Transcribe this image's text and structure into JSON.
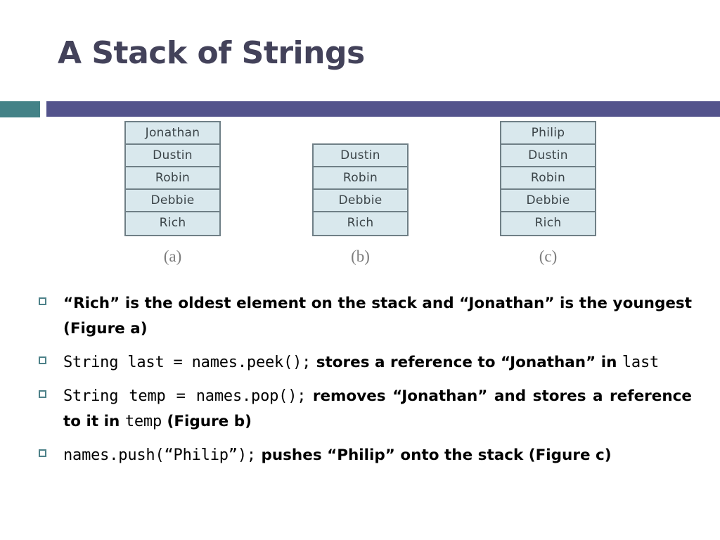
{
  "slide": {
    "title": "A Stack of Strings",
    "colors": {
      "title": "#43425a",
      "accent_block": "#448287",
      "accent_bar": "#53538c",
      "cell_fill": "#d9e8ed",
      "cell_border": "#6f7f86",
      "bullet_marker": "#4d8189",
      "figure_label": "#7d7d7d"
    }
  },
  "figure": {
    "stacks": [
      {
        "label": "(a)",
        "items": [
          "Jonathan",
          "Dustin",
          "Robin",
          "Debbie",
          "Rich"
        ]
      },
      {
        "label": "(b)",
        "items": [
          "Dustin",
          "Robin",
          "Debbie",
          "Rich"
        ]
      },
      {
        "label": "(c)",
        "items": [
          "Philip",
          "Dustin",
          "Robin",
          "Debbie",
          "Rich"
        ]
      }
    ]
  },
  "bullets": [
    {
      "segments": [
        {
          "type": "text",
          "value": "“Rich” is the oldest element on the stack and “Jonathan” is the youngest (Figure a)"
        }
      ]
    },
    {
      "segments": [
        {
          "type": "code",
          "value": "String last = names.peek();"
        },
        {
          "type": "text",
          "value": " stores a reference to “Jonathan” in "
        },
        {
          "type": "code",
          "value": "last"
        }
      ]
    },
    {
      "segments": [
        {
          "type": "code",
          "value": "String temp = names.pop();"
        },
        {
          "type": "text",
          "value": " removes “Jonathan” and stores a reference to it in "
        },
        {
          "type": "code",
          "value": "temp"
        },
        {
          "type": "text",
          "value": " (Figure b)"
        }
      ]
    },
    {
      "segments": [
        {
          "type": "code",
          "value": "names.push(“Philip”);"
        },
        {
          "type": "text",
          "value": " pushes “Philip” onto the stack (Figure c)"
        }
      ]
    }
  ]
}
